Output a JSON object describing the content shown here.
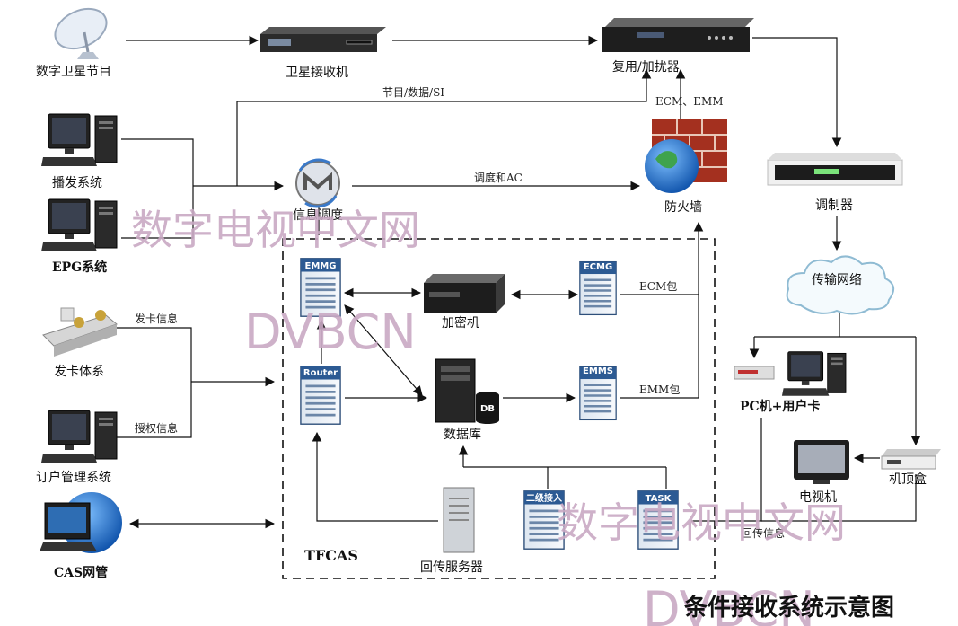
{
  "nodes": {
    "satellite": "数字卫星节目",
    "receiver": "卫星接收机",
    "mux": "复用/加扰器",
    "broadcast": "播发系统",
    "epg": "EPG系统",
    "scheduler": "信息调度",
    "firewall": "防火墙",
    "modulator": "调制器",
    "network": "传输网络",
    "card_issue": "发卡体系",
    "subscriber_mgmt": "订户管理系统",
    "cas_mgmt": "CAS网管",
    "encryptor": "加密机",
    "database": "数据库",
    "db_badge": "DB",
    "return_server": "回传服务器",
    "pc_user": "PC机+用户卡",
    "tv": "电视机",
    "stb": "机顶盒",
    "tfcas": "TFCAS"
  },
  "servers": {
    "emmg": "EMMG",
    "ecmg": "ECMG",
    "router": "Router",
    "emms": "EMMS",
    "level2": "二级接入",
    "task": "TASK"
  },
  "edges": {
    "program_data_si": "节目/数据/SI",
    "ecm_emm": "ECM、EMM",
    "schedule_ac": "调度和AC",
    "ecm_packet": "ECM包",
    "emm_packet": "EMM包",
    "card_info": "发卡信息",
    "auth_info": "授权信息",
    "return_info": "回传信息"
  },
  "watermarks": {
    "cn_1": "数字电视中文网",
    "en_1": "DVBCN",
    "cn_2": "数字电视中文网",
    "en_2": "DVBCN"
  },
  "caption": "条件接收系统示意图"
}
